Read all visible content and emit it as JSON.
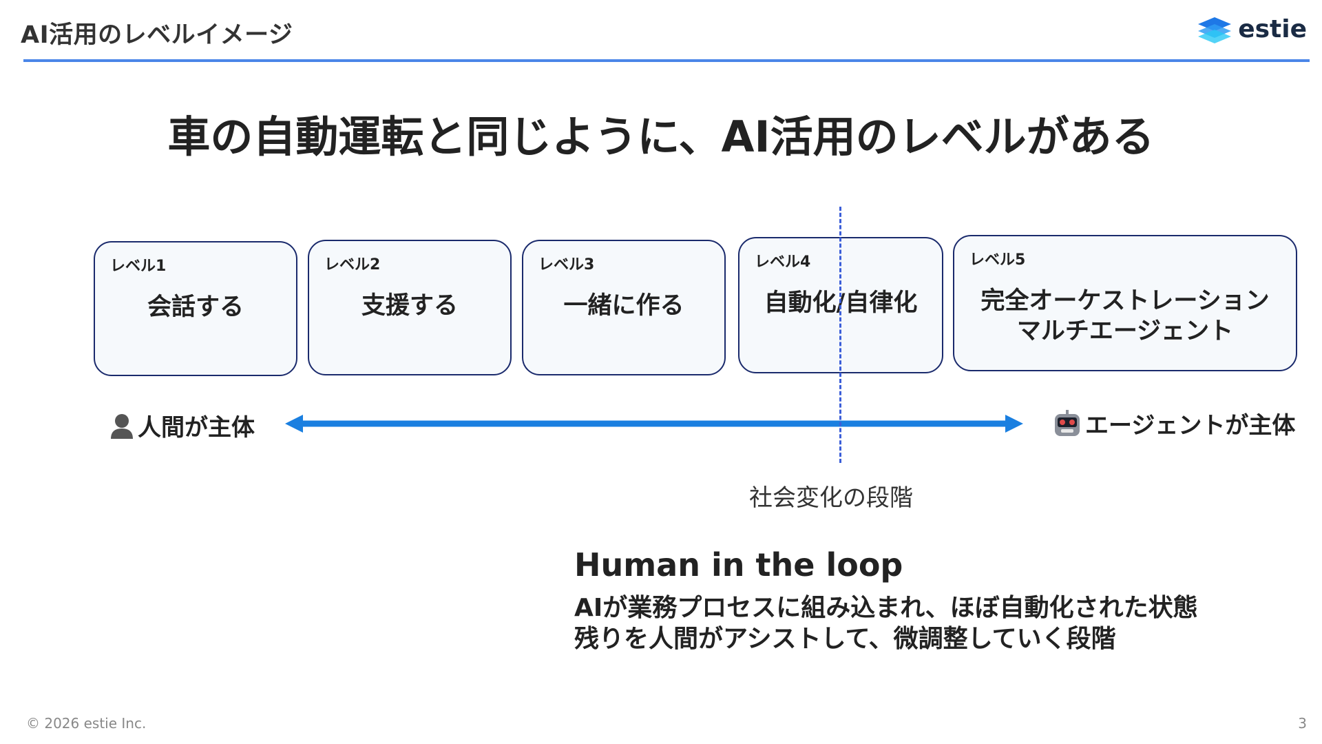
{
  "header": {
    "title": "AI活用のレベルイメージ",
    "logo_text": "estie"
  },
  "main_title": "車の自動運転と同じように、AI活用のレベルがある",
  "levels": [
    {
      "label": "レベル1",
      "desc": "会話する"
    },
    {
      "label": "レベル2",
      "desc": "支援する"
    },
    {
      "label": "レベル3",
      "desc": "一緒に作る"
    },
    {
      "label": "レベル4",
      "desc": "自動化/自律化"
    },
    {
      "label": "レベル5",
      "desc_line1": "完全オーケストレーション",
      "desc_line2": "マルチエージェント"
    }
  ],
  "axis": {
    "left_label": "人間が主体",
    "right_label": "エージェントが主体",
    "left_icon": "person-icon",
    "right_icon": "robot-icon",
    "arrow_color": "#1a7fe0"
  },
  "phase_label": "社会変化の段階",
  "hitl": {
    "title": "Human in the loop",
    "line1": "AIが業務プロセスに組み込まれ、ほぼ自動化された状態",
    "line2": "残りを人間がアシストして、微調整していく段階"
  },
  "footer": {
    "copyright": "© 2026 estie Inc.",
    "page_number": "3"
  },
  "colors": {
    "accent": "#4a86e8",
    "box_border": "#1a2a6c",
    "dash": "#3b5ed8"
  }
}
